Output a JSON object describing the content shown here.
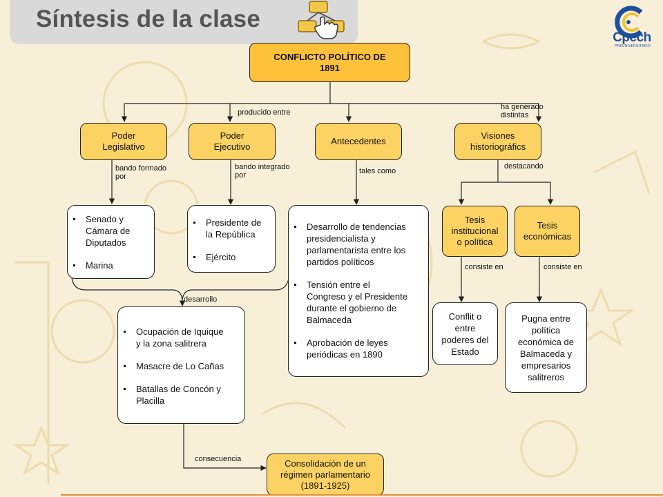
{
  "header": {
    "title": "Síntesis de la clase",
    "icon": "flowchart-click-icon"
  },
  "logo": {
    "name": "Cpech",
    "subtitle": "PREUNIVERSITARIO",
    "accent": "#1f4f9c"
  },
  "colors": {
    "node_fill": "#fcd363",
    "main_fill": "#fdc13a",
    "header_gray": "#d9d9d9",
    "background": "#f8efd9",
    "accent_line": "#e6913a"
  },
  "diagram": {
    "main": "CONFLICTO POLÍTICO DE\n1891",
    "edge_labels": {
      "producido_entre": "producido entre",
      "ha_generado": "ha generado\ndistintas",
      "bando_formado": "bando formado\npor",
      "bando_integrado": "bando integrado\npor",
      "tales_como": "tales como",
      "destacando": "destacando",
      "consiste_en_1": "consiste en",
      "consiste_en_2": "consiste en",
      "desarrollo": "desarrollo",
      "consecuencia": "consecuencia"
    },
    "nodes": {
      "legislativo": "Poder\nLegislativo",
      "ejecutivo": "Poder\nEjecutivo",
      "antecedentes": "Antecedentes",
      "visiones": "Visiones\nhistoriográfics",
      "tesis_institucional": "Tesis\ninstitucional\no política",
      "tesis_economicas": "Tesis\neconómicas",
      "consolidacion": "Consolidación de un\nrégimen parlamentario\n(1891-1925)"
    },
    "lists": {
      "legislativo": [
        "Senado y\nCámara de\nDiputados",
        "Marina"
      ],
      "ejecutivo": [
        "Presidente de\nla República",
        "Ejército"
      ],
      "antecedentes": [
        "Desarrollo de tendencias\npresidencialista y\nparlamentarista entre los\npartidos políticos",
        "Tensión entre el\nCongreso y el Presidente\ndurante el gobierno de\nBalmaceda",
        "Aprobación de leyes\nperiódicas en 1890"
      ],
      "desarrollo": [
        "Ocupación de Iquique\ny la zona salitrera",
        "Masacre de Lo Cañas",
        "Batallas de Concón y\nPlacilla"
      ]
    },
    "texts": {
      "conflicto_poderes": "Conflit o\nentre\npoderes del\nEstado",
      "pugna": "Pugna entre\npolítica\neconómica de\nBalmaceda y\nempresarios\nsalitreros"
    }
  }
}
